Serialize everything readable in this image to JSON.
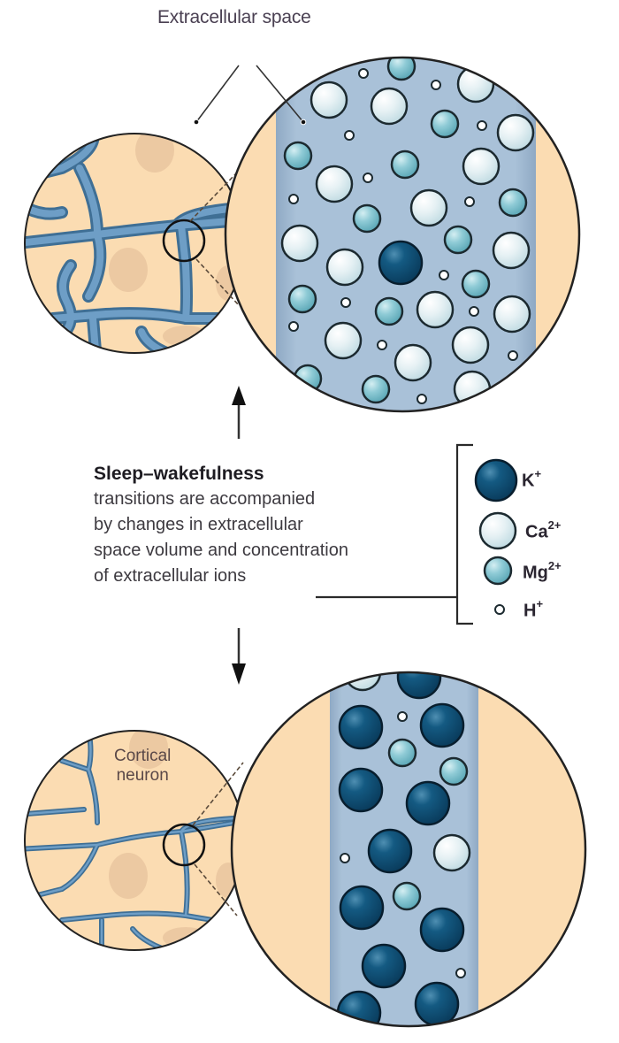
{
  "labels": {
    "extracellular_space": "Extracellular space",
    "cortical_neuron_line1": "Cortical",
    "cortical_neuron_line2": "neuron"
  },
  "caption": {
    "title": "Sleep–wakefulness",
    "lines": [
      "transitions are accompanied",
      "by changes in extracellular",
      "space volume and concentration",
      "of extracellular ions"
    ]
  },
  "legend": {
    "items": [
      {
        "ion": "K",
        "charge": "+",
        "icon": "potassium-ion-icon",
        "color": "#0e4a6e"
      },
      {
        "ion": "Ca",
        "charge": "2+",
        "icon": "calcium-ion-icon",
        "color": "#dcecf0"
      },
      {
        "ion": "Mg",
        "charge": "2+",
        "icon": "magnesium-ion-icon",
        "color": "#8cc8d2"
      },
      {
        "ion": "H",
        "charge": "+",
        "icon": "hydrogen-ion-icon",
        "color": "#ffffff"
      }
    ]
  },
  "colors": {
    "tissue": "#fbdcb2",
    "extracellular_fill": "#a7c0d8",
    "network_blue": "#5b8db8",
    "outline": "#222222",
    "nucleus": "#ecc9a2"
  },
  "panels": {
    "top": {
      "state": "wide extracellular space, mostly Ca2+ and Mg2+, one K+"
    },
    "bottom": {
      "state": "narrow extracellular space, mostly K+"
    }
  }
}
